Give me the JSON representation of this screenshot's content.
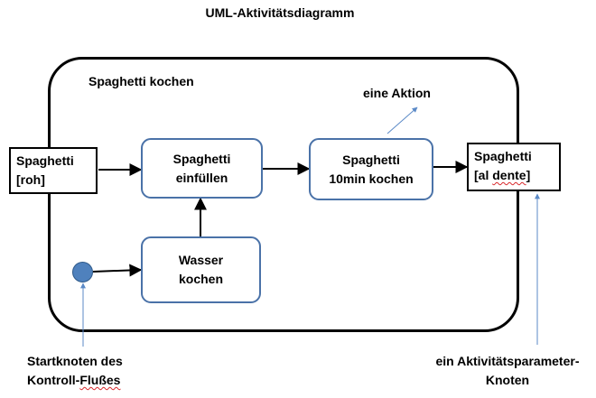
{
  "title": "UML-Aktivitätsdiagramm",
  "activity": {
    "name": "Spaghetti kochen"
  },
  "input_parameter": {
    "line1": "Spaghetti",
    "line2": "[roh]"
  },
  "output_parameter": {
    "line1": "Spaghetti",
    "line2_a": "[al ",
    "line2_b": "dente",
    "line2_c": "]"
  },
  "actions": {
    "fill": {
      "line1": "Spaghetti",
      "line2": "einfüllen"
    },
    "cook": {
      "line1": "Spaghetti",
      "line2": "10min kochen"
    },
    "water": {
      "line1": "Wasser",
      "line2": "kochen"
    }
  },
  "annotations": {
    "action": "eine Aktion",
    "start_line1": "Startknoten des",
    "start_line2_a": "Kontroll-",
    "start_line2_b": "Flußes",
    "param_line1": "ein Aktivitätsparameter-",
    "param_line2": "Knoten"
  },
  "colors": {
    "action_border": "#4a72a8",
    "start_node": "#4f81bd",
    "pointer_line": "#5b8ac7",
    "spell_underline": "#d8282b"
  }
}
